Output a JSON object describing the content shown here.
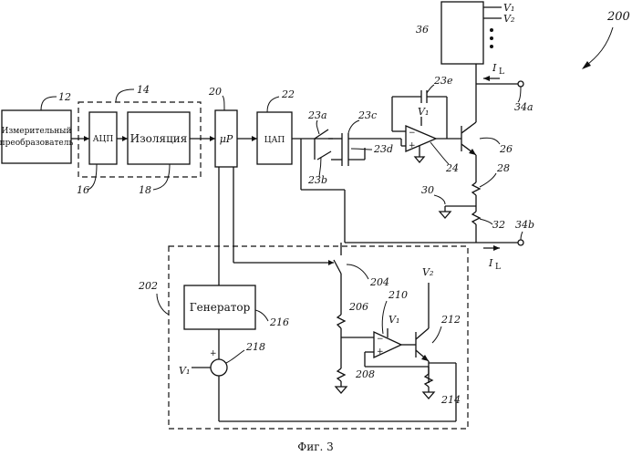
{
  "blocks": {
    "sensor": [
      "Измерительный",
      "преобразователь"
    ],
    "adc": "АЦП",
    "isolation": "Изоляция",
    "mcu": "μP",
    "dac": "ЦАП",
    "generator": "Генератор"
  },
  "signals": {
    "v1": "V₁",
    "v2": "V₂",
    "il": "I",
    "il_sub": "L",
    "plus": "+",
    "minus": "−"
  },
  "refs": {
    "r200": "200",
    "r12": "12",
    "r14": "14",
    "r16": "16",
    "r18": "18",
    "r20": "20",
    "r22": "22",
    "r23a": "23a",
    "r23b": "23b",
    "r23c": "23c",
    "r23d": "23d",
    "r23e": "23e",
    "r24": "24",
    "r26": "26",
    "r28": "28",
    "r30": "30",
    "r32": "32",
    "r34a": "34a",
    "r34b": "34b",
    "r36": "36",
    "r202": "202",
    "r204": "204",
    "r206": "206",
    "r208": "208",
    "r210": "210",
    "r212": "212",
    "r214": "214",
    "r216": "216",
    "r218": "218"
  },
  "caption": "Фиг. 3"
}
